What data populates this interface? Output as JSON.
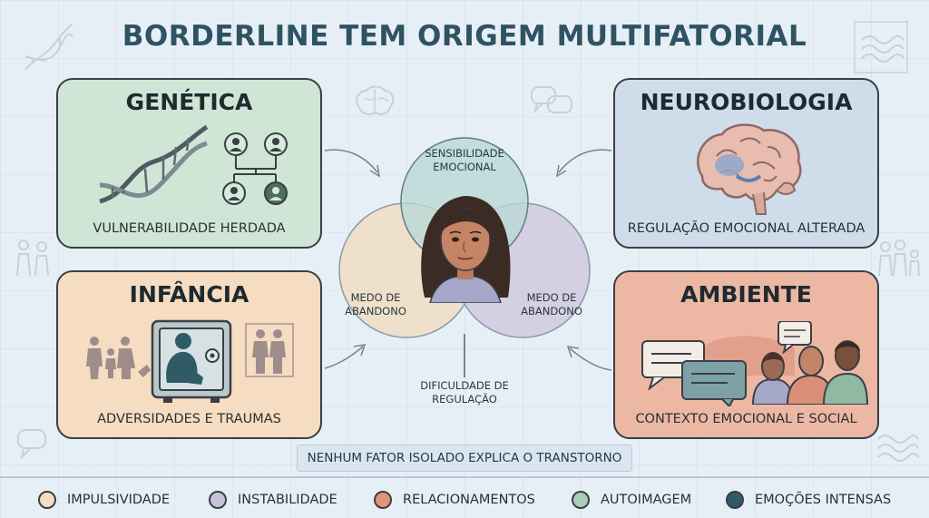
{
  "title": "BORDERLINE TEM ORIGEM MULTIFATORIAL",
  "cards": {
    "genetica": {
      "heading": "GENÉTICA",
      "subtitle": "VULNERABILIDADE HERDADA",
      "color": "#cfe5d5",
      "icons": [
        "dna-icon",
        "family-tree-icon"
      ]
    },
    "neurobiologia": {
      "heading": "NEUROBIOLOGIA",
      "subtitle": "REGULAÇÃO EMOCIONAL ALTERADA",
      "color": "#cfdcea",
      "icons": [
        "brain-icon"
      ]
    },
    "infancia": {
      "heading": "INFÂNCIA",
      "subtitle": "ADVERSIDADES E TRAUMAS",
      "color": "#f6dcc0",
      "icons": [
        "family-icon",
        "child-in-safe-icon",
        "parents-icon"
      ]
    },
    "ambiente": {
      "heading": "AMBIENTE",
      "subtitle": "CONTEXTO EMOCIONAL E SOCIAL",
      "color": "#ecb8a3",
      "icons": [
        "speech-bubbles-icon",
        "people-group-icon"
      ]
    }
  },
  "venn": {
    "top": "SENSIBILIDADE EMOCIONAL",
    "left": "MEDO DE ABANDONO",
    "right": "MEDO DE ABANDONO",
    "bottom": "DIFICULDADE DE REGULAÇÃO",
    "center_icon": "woman-portrait-icon",
    "colors": {
      "top": "#b9d8d4",
      "left": "#f1dcc0",
      "right": "#cfc7de"
    }
  },
  "banner": "NENHUM FATOR ISOLADO EXPLICA O TRANSTORNO",
  "legend": [
    {
      "label": "IMPULSIVIDADE",
      "color": "#f6dcc0"
    },
    {
      "label": "INSTABILIDADE",
      "color": "#c8c3dc"
    },
    {
      "label": "RELACIONAMENTOS",
      "color": "#e0937d"
    },
    {
      "label": "AUTOIMAGEM",
      "color": "#a9d0b4"
    },
    {
      "label": "EMOÇÕES INTENSAS",
      "color": "#2f5b66"
    }
  ]
}
